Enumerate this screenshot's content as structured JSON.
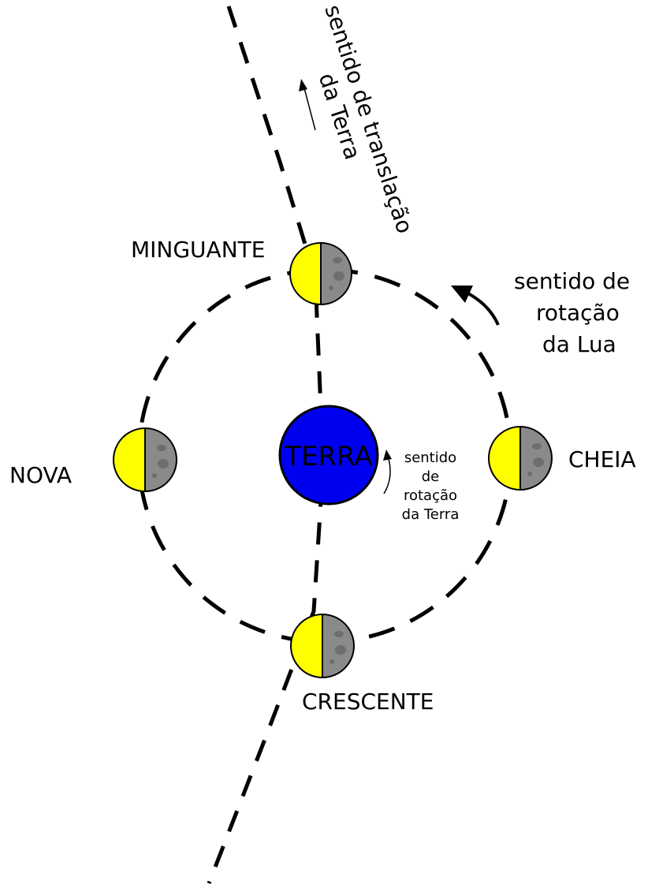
{
  "colors": {
    "earth": "#0000f0",
    "moon_lit": "#ffff00",
    "moon_dark": "#8a8a8a",
    "crater": "#6e6e6e",
    "line": "#000000"
  },
  "earth": {
    "label": "TERRA"
  },
  "phases": {
    "minguante": "MINGUANTE",
    "nova": "NOVA",
    "cheia": "CHEIA",
    "crescente": "CRESCENTE"
  },
  "earth_translation": {
    "line1": "sentido de translação",
    "line2": "da Terra"
  },
  "moon_rotation": {
    "line1": "sentido de",
    "line2": "rotação",
    "line3": "da Lua"
  },
  "earth_rotation": {
    "line1": "sentido",
    "line2": "de",
    "line3": "rotação",
    "line4": "da Terra"
  }
}
